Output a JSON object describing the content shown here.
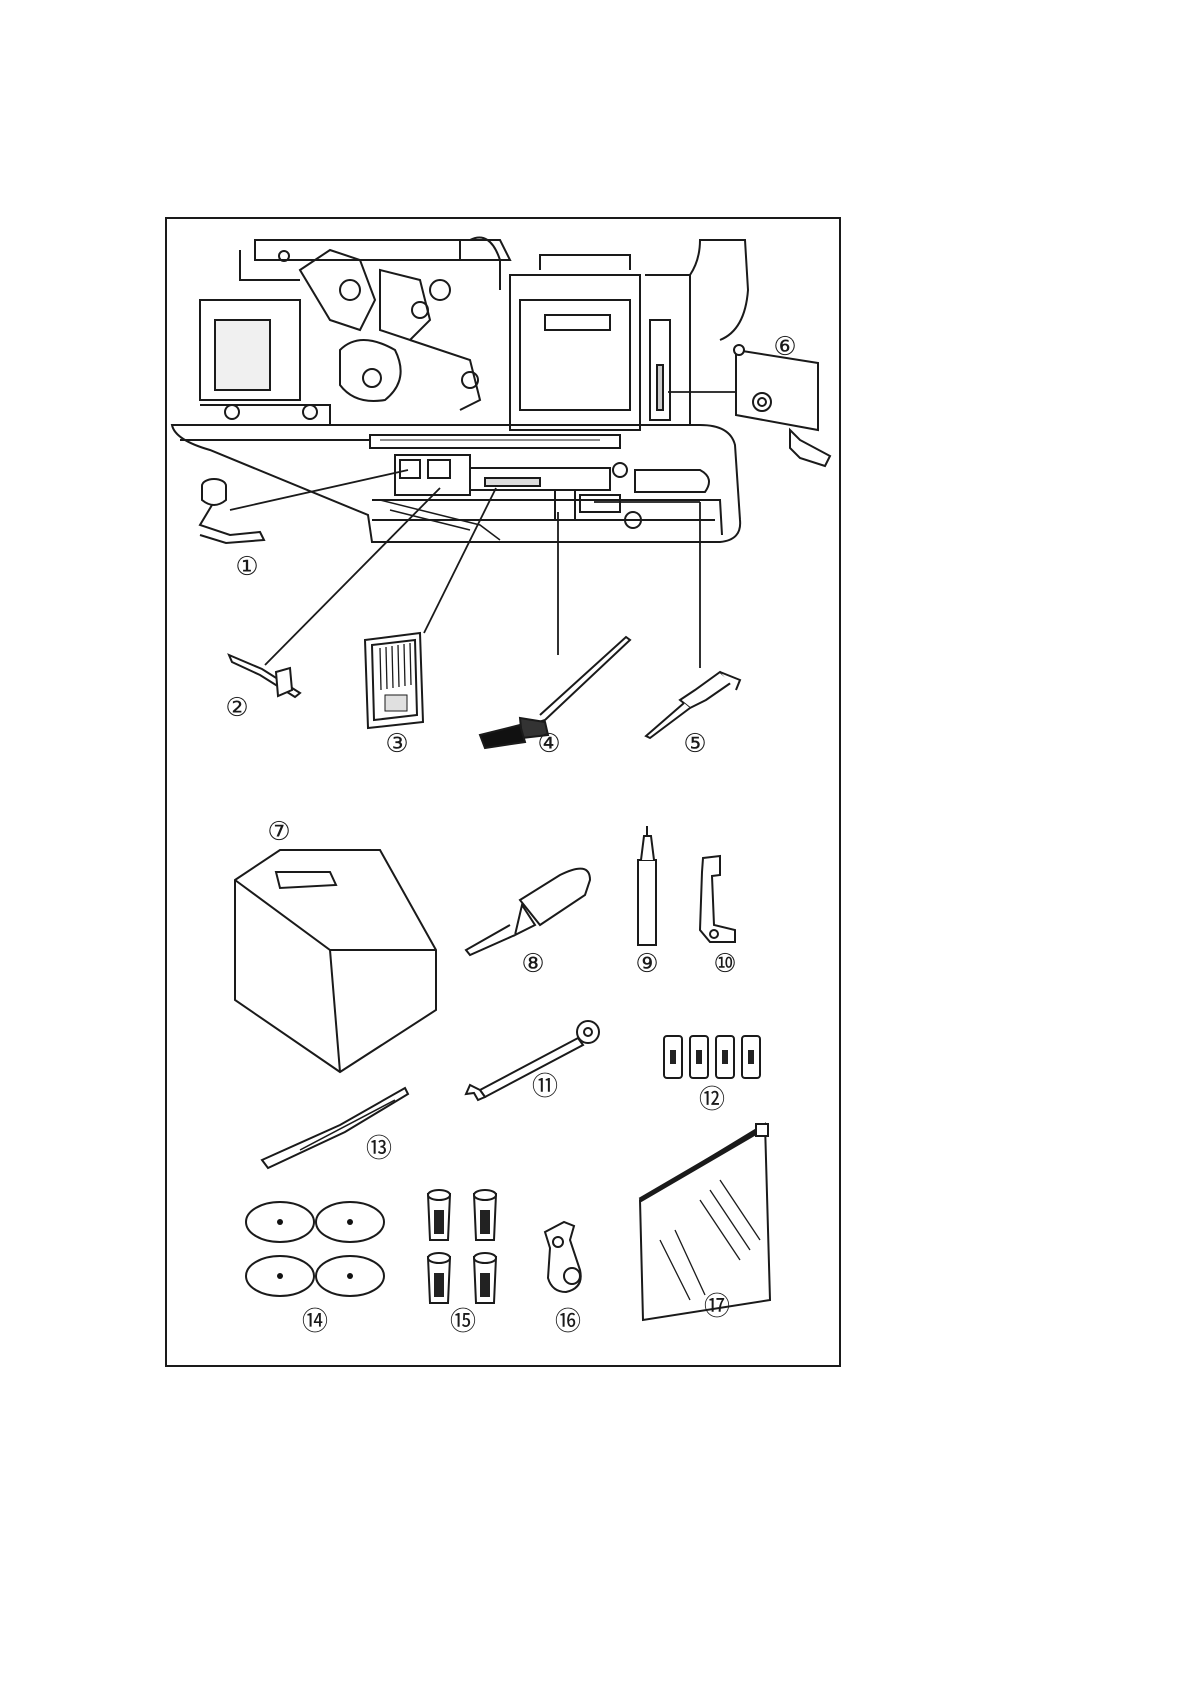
{
  "figure": {
    "callouts": [
      {
        "id": "c1",
        "label": "①"
      },
      {
        "id": "c2",
        "label": "②"
      },
      {
        "id": "c3",
        "label": "③"
      },
      {
        "id": "c4",
        "label": "④"
      },
      {
        "id": "c5",
        "label": "⑤"
      },
      {
        "id": "c6",
        "label": "⑥"
      },
      {
        "id": "c7",
        "label": "⑦"
      },
      {
        "id": "c8",
        "label": "⑧"
      },
      {
        "id": "c9",
        "label": "⑨"
      },
      {
        "id": "c10",
        "label": "⑩"
      },
      {
        "id": "c11",
        "label": "⑪"
      },
      {
        "id": "c12",
        "label": "⑫"
      },
      {
        "id": "c13",
        "label": "⑬"
      },
      {
        "id": "c14",
        "label": "⑭"
      },
      {
        "id": "c15",
        "label": "⑮"
      },
      {
        "id": "c16",
        "label": "⑯"
      },
      {
        "id": "c17",
        "label": "⑰"
      }
    ],
    "colors": {
      "ink": "#1a1a1a",
      "paper": "#ffffff",
      "shade": "#e8e8e8"
    }
  }
}
